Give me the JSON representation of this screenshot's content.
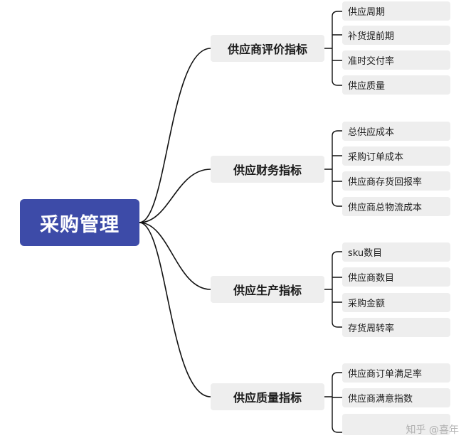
{
  "root": {
    "label": "采购管理"
  },
  "branches": [
    {
      "label": "供应商评价指标",
      "leaves": [
        "供应周期",
        "补货提前期",
        "准时交付率",
        "供应质量"
      ]
    },
    {
      "label": "供应财务指标",
      "leaves": [
        "总供应成本",
        "采购订单成本",
        "供应商存货回报率",
        "供应商总物流成本"
      ]
    },
    {
      "label": "供应生产指标",
      "leaves": [
        "sku数目",
        "供应商数目",
        "采购金额",
        "存货周转率"
      ]
    },
    {
      "label": "供应质量指标",
      "leaves": [
        "供应商订单满足率",
        "供应商满意指数",
        ""
      ]
    }
  ],
  "watermark": "知乎 @喜年",
  "colors": {
    "root_fill": "#3d4ba8",
    "node_fill": "#eeeeee",
    "line": "#111111"
  }
}
